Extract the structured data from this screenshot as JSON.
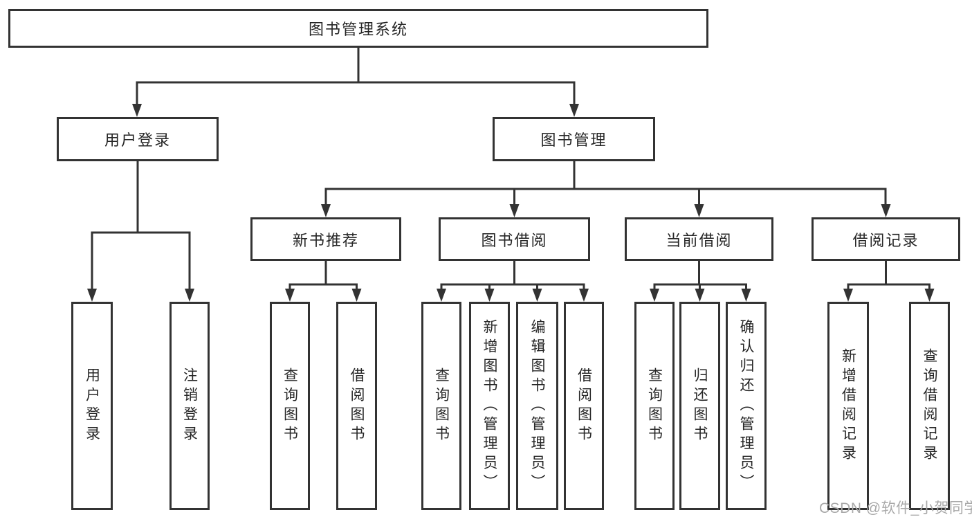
{
  "diagram": {
    "root": "图书管理系统",
    "level1": {
      "user_login": "用户登录",
      "book_mgmt": "图书管理"
    },
    "level2": {
      "new_books": "新书推荐",
      "borrow": "图书借阅",
      "current": "当前借阅",
      "records": "借阅记录"
    },
    "leaves": {
      "user_login": [
        "用户登录",
        "注销登录"
      ],
      "new_books": [
        "查询图书",
        "借阅图书"
      ],
      "borrow": [
        "查询图书",
        "新增图书（管理员）",
        "编辑图书（管理员）",
        "借阅图书"
      ],
      "current": [
        "查询图书",
        "归还图书",
        "确认归还（管理员）"
      ],
      "records": [
        "新增借阅记录",
        "查询借阅记录"
      ]
    }
  },
  "watermark": "CSDN @软件_小贺同学",
  "colors": {
    "line": "#333333",
    "text": "#262626",
    "watermark": "#a9a9a9"
  }
}
